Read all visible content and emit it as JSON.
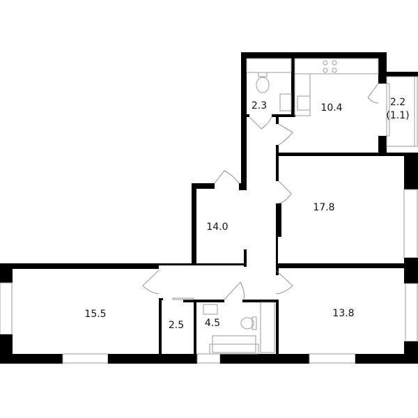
{
  "title": "Apartment floor plan",
  "colors": {
    "wall": "#000000",
    "fixture": "#9a9a9a",
    "background": "#ffffff"
  },
  "rooms": [
    {
      "id": "wc",
      "area": "2.3"
    },
    {
      "id": "kitchen",
      "area": "10.4"
    },
    {
      "id": "balcony",
      "area": "2.2",
      "reduced_area": "(1.1)"
    },
    {
      "id": "bedroom-1",
      "area": "17.8"
    },
    {
      "id": "hall",
      "area": "14.0"
    },
    {
      "id": "living-room",
      "area": "15.5"
    },
    {
      "id": "closet",
      "area": "2.5"
    },
    {
      "id": "bathroom",
      "area": "4.5"
    },
    {
      "id": "bedroom-2",
      "area": "13.8"
    }
  ]
}
